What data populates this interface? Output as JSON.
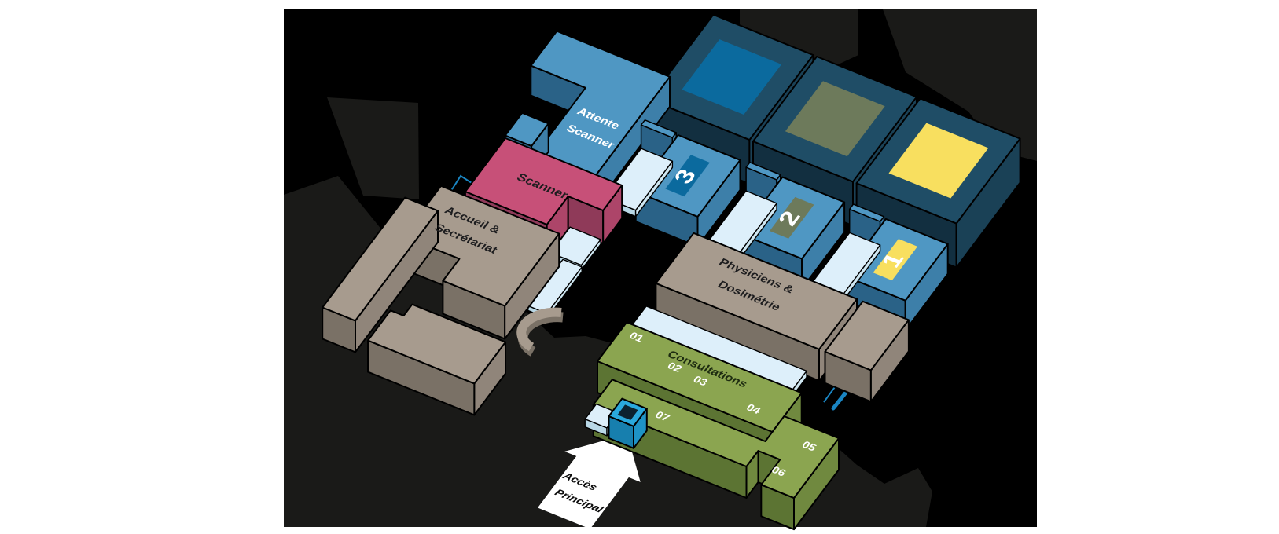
{
  "diagram": {
    "type": "isometric-floorplan",
    "description_visible_text_only": true
  },
  "labels": {
    "attente": {
      "line1": "Attente",
      "line2": "Scanner"
    },
    "scanner": "Scanner",
    "accueil": {
      "line1": "Accueil &",
      "line2": "Secrétariat"
    },
    "physiciens": {
      "line1": "Physiciens &",
      "line2": "Dosimétrie"
    },
    "consultations": "Consultations",
    "acces": {
      "line1": "Accès",
      "line2": "Principal"
    }
  },
  "consult_numbers": [
    "01",
    "02",
    "03",
    "04",
    "05",
    "06",
    "07"
  ],
  "bunker_numbers": [
    "3",
    "2",
    "1"
  ],
  "palette": {
    "background": "#000000",
    "shadow": "#1a1a18",
    "bunker_top": "#1f4d66",
    "bunker_sw": "#122f40",
    "bunker_se": "#1a4156",
    "bunker_inner_blue": "#0b6a9e",
    "bunker_inner_olive": "#6d7a5b",
    "bunker_inner_yellow": "#f8df5f",
    "room_top": "#4f97c3",
    "room_sw": "#2a6287",
    "room_se": "#3d7fa9",
    "pale_top": "#ddeffa",
    "pale_sw": "#b9d8e6",
    "pale_se": "#cfe7f2",
    "pink_top": "#c75078",
    "pink_sw": "#8f3a59",
    "pink_se": "#ad4569",
    "tan_top": "#a79b8e",
    "tan_sw": "#7a7166",
    "tan_se": "#90857a",
    "green_top": "#8ba550",
    "green_sw": "#5c7433",
    "green_se": "#70893f",
    "cyan_top": "#2aa9dd",
    "cyan_sw": "#177fae",
    "cyan_se": "#1e93c6",
    "door_hole": "#0c2330",
    "walkway_white": "#ffffff",
    "marker_blue": "#1a85c2",
    "text_dark": "#1d1d1f",
    "text_white": "#ffffff",
    "outline": "#000000"
  }
}
